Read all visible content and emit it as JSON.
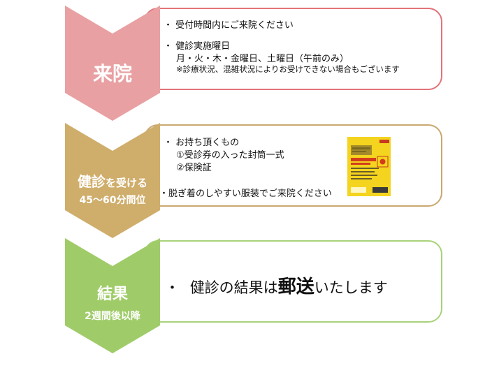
{
  "colors": {
    "step1": "#e8a0a2",
    "step1_border": "#e2737a",
    "step2": "#cfad6b",
    "step2_border": "#c9a870",
    "step3": "#9fcc68",
    "step3_border": "#a8d27a"
  },
  "steps": [
    {
      "label_main": "来院",
      "lines": [
        "・ 受付時間内にご来院ください",
        "・ 健診実施曜日",
        "月・火・木・金曜日、土曜日（午前のみ）",
        "※診療状況、混雑状況によりお受けできない場合もございます"
      ]
    },
    {
      "label_main": "健診",
      "label_suffix": "を受ける",
      "label_sub": "45〜60分間位",
      "lines": [
        "・ お持ち頂くもの",
        "①受診券の入った封筒一式",
        "②保険証",
        "・脱ぎ着のしやすい服装でご来院ください"
      ]
    },
    {
      "label_main": "結果",
      "label_sub": "2週間後以降",
      "lines": {
        "bullet": "・",
        "pre": "健診の結果は",
        "emph": "郵送",
        "post": "いたします"
      }
    }
  ]
}
